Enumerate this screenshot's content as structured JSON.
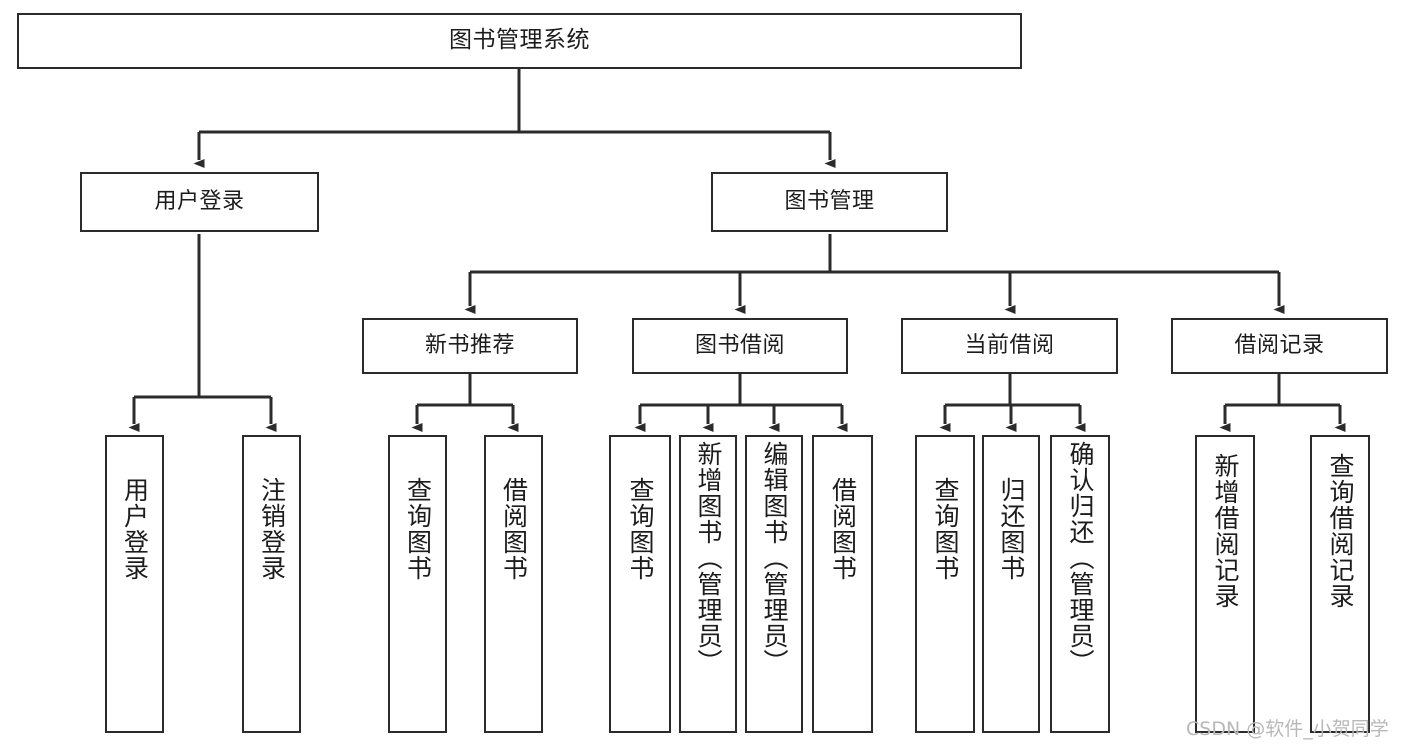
{
  "diagram": {
    "title": "图书管理系统",
    "type": "tree-structure-chart",
    "watermark": "CSDN @软件_小贺同学",
    "colors": {
      "box_border": "#2b2b2b",
      "box_fill": "#ffffff",
      "edge": "#2b2b2b",
      "text": "#1c1c1c",
      "watermark": "#b8b8b8",
      "background": "#ffffff"
    },
    "nodes": {
      "root": {
        "label": "图书管理系统"
      },
      "level2": [
        {
          "id": "user-login",
          "label": "用户登录"
        },
        {
          "id": "book-manage",
          "label": "图书管理"
        }
      ],
      "level3": [
        {
          "id": "new-book-rec",
          "label": "新书推荐"
        },
        {
          "id": "book-borrow",
          "label": "图书借阅"
        },
        {
          "id": "current-borrow",
          "label": "当前借阅"
        },
        {
          "id": "borrow-record",
          "label": "借阅记录"
        }
      ],
      "leaves": {
        "user-login": [
          {
            "id": "leaf-user-login",
            "label": "用户登录"
          },
          {
            "id": "leaf-logout",
            "label": "注销登录"
          }
        ],
        "new-book-rec": [
          {
            "id": "leaf-query-book-1",
            "label": "查询图书"
          },
          {
            "id": "leaf-borrow-book-1",
            "label": "借阅图书"
          }
        ],
        "book-borrow": [
          {
            "id": "leaf-query-book-2",
            "label": "查询图书"
          },
          {
            "id": "leaf-add-book",
            "label": "新增图书（管理员）"
          },
          {
            "id": "leaf-edit-book",
            "label": "编辑图书（管理员）"
          },
          {
            "id": "leaf-borrow-book-2",
            "label": "借阅图书"
          }
        ],
        "current-borrow": [
          {
            "id": "leaf-query-book-3",
            "label": "查询图书"
          },
          {
            "id": "leaf-return-book",
            "label": "归还图书"
          },
          {
            "id": "leaf-confirm-return",
            "label": "确认归还（管理员）"
          }
        ],
        "borrow-record": [
          {
            "id": "leaf-add-record",
            "label": "新增借阅记录"
          },
          {
            "id": "leaf-query-record",
            "label": "查询借阅记录"
          }
        ]
      }
    }
  }
}
